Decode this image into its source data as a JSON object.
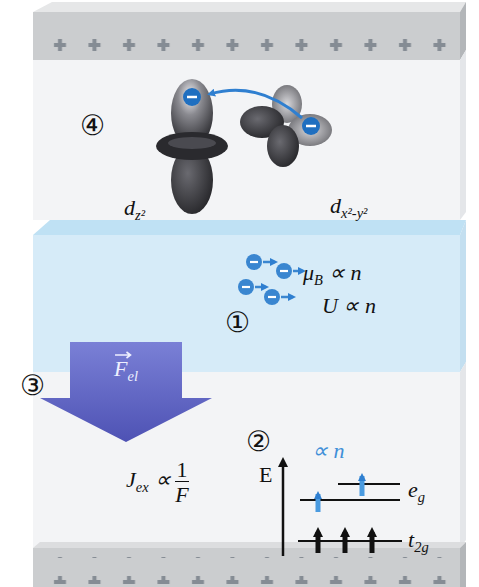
{
  "diagram": {
    "nodes": [
      {
        "text": [
          "①",
          "μ",
          "B",
          "∝ n",
          "U ∝ n"
        ]
      },
      {
        "text": [
          "F",
          "el"
        ]
      }
    ],
    "labels": [
      "④",
      "d",
      "z²",
      "d",
      "x²-y²",
      "③",
      "J",
      "ex",
      "∝",
      "1",
      "F",
      "②",
      "E",
      "∝ n",
      "e",
      "g",
      "t",
      "2g"
    ]
  }
}
